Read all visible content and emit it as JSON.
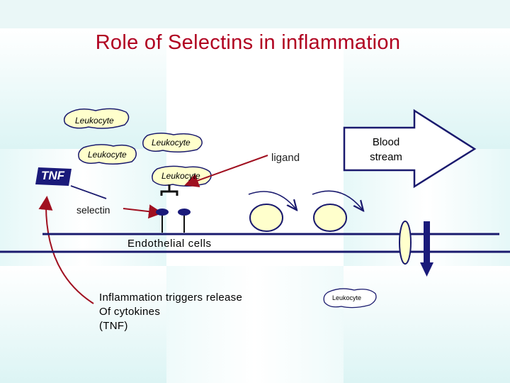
{
  "title": "Role of Selectins in inflammation",
  "leukocyte_label": "Leukocyte",
  "ligand_label": "ligand",
  "blood_stream": [
    "Blood",
    "stream"
  ],
  "tnf_label": "TNF",
  "selectin_label": "selectin",
  "endothelial_label": "Endothelial cells",
  "caption_lines": [
    "Inflammation triggers release",
    "Of cytokines",
    "(TNF)"
  ],
  "colors": {
    "title": "#b00020",
    "leukocyte_fill": "#ffffcc",
    "outline": "#1a1a6e",
    "pointer_arrow": "#a01020",
    "tnf_box": "#1a1a7a",
    "rolling_cell": "#ffffcc",
    "background_tile": "#e8f8f8"
  }
}
